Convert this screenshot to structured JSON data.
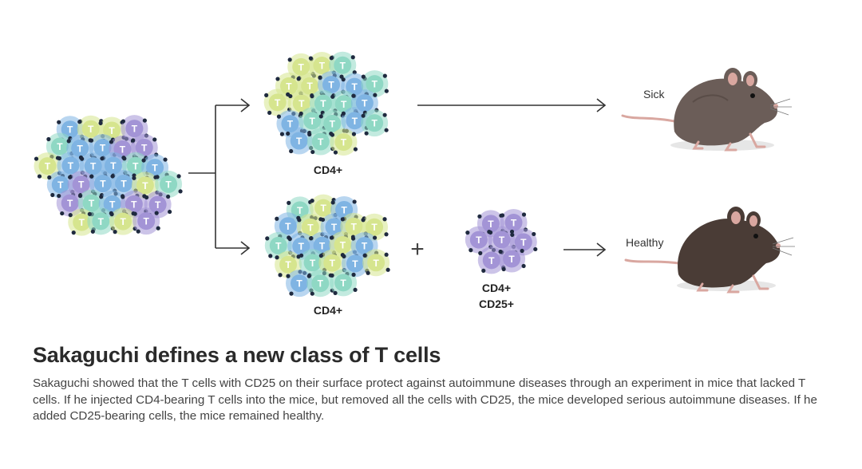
{
  "diagram": {
    "labels": {
      "cd4_top": "CD4+",
      "cd4_bottom": "CD4+",
      "cd4_cd25_line1": "CD4+",
      "cd4_cd25_line2": "CD25+",
      "plus": "+",
      "sick": "Sick",
      "healthy": "Healthy"
    },
    "cell_glyph": "T",
    "colors": {
      "blue": "#7fb4e3",
      "green": "#8fd8c4",
      "yellow": "#d6e58e",
      "purple": "#a394d6",
      "receptor": "#1f2a3f",
      "arrow": "#333333",
      "mouse_sick": "#6b5d58",
      "mouse_healthy": "#4a3c36",
      "mouse_pink": "#d9a7a0"
    },
    "icons": [
      "mixed-t-cell-cluster-icon",
      "cd4-t-cell-cluster-icon",
      "cd4-cd25-t-cell-cluster-icon",
      "sick-mouse-icon",
      "healthy-mouse-icon",
      "arrow-icon",
      "plus-icon"
    ]
  },
  "caption": {
    "title": "Sakaguchi defines a new class of T cells",
    "body": "Sakaguchi showed that the T cells with CD25 on their surface protect against autoimmune diseases through an experiment in mice that lacked T cells. If he injected CD4-bearing T cells into the mice, but removed all the cells with CD25, the mice developed serious autoimmune diseases. If he added CD25-bearing cells, the mice remained healthy."
  }
}
